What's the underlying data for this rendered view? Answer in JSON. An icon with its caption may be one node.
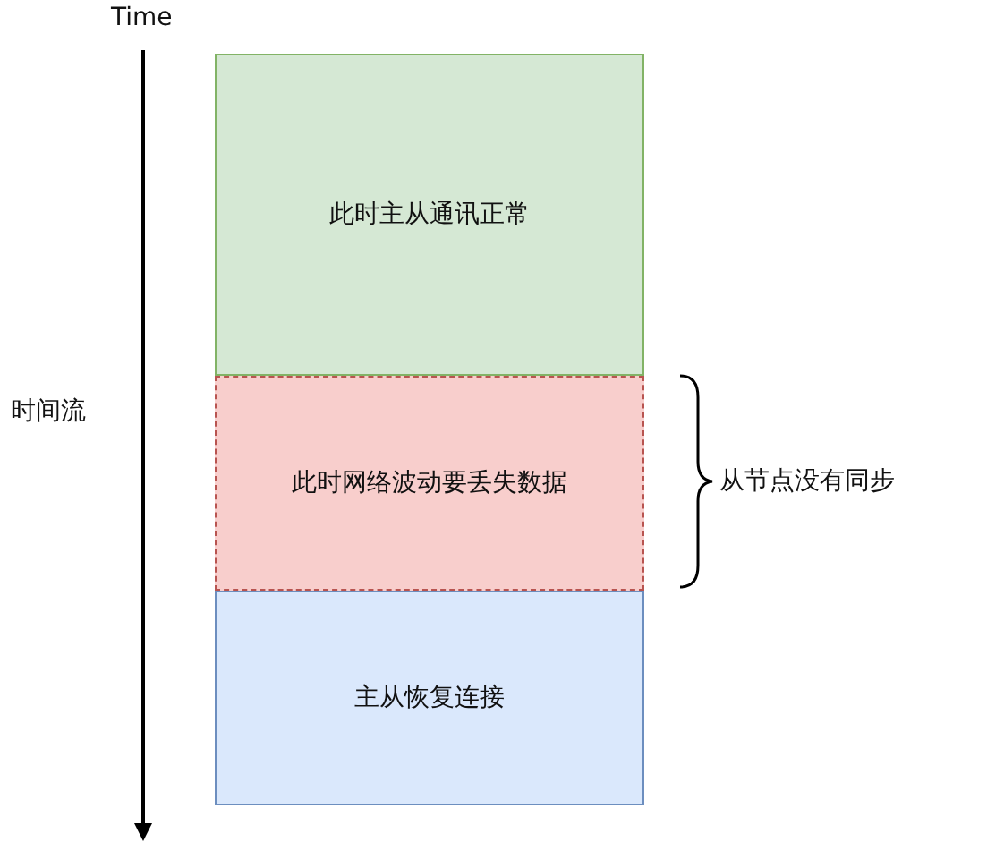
{
  "diagram": {
    "nodes": [
      {
        "text": [
          "此时主从通讯正常"
        ]
      },
      {
        "text": [
          "此时网络波动要丢失数据"
        ],
        "beside": [
          "从节点没有同步"
        ]
      },
      {
        "text": [
          "主从恢复连接"
        ]
      }
    ],
    "edges": [],
    "labels": [
      "Time",
      "时间流"
    ]
  }
}
